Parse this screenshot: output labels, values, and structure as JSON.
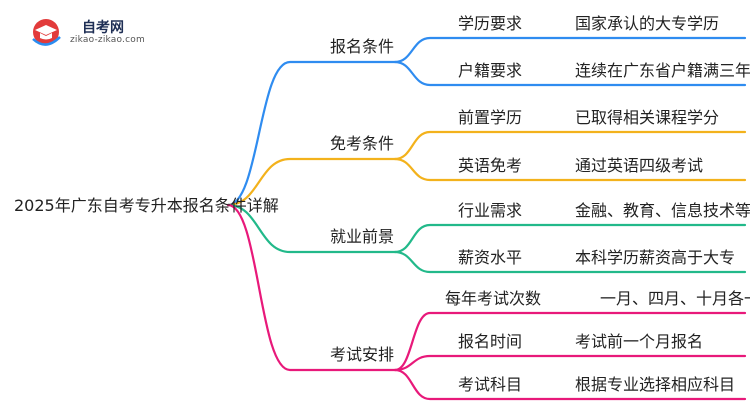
{
  "logo": {
    "name": "自考网",
    "domain": "zikao-zikao.com"
  },
  "mindmap": {
    "root": "2025年广东自考专升本报名条件详解",
    "branches": [
      {
        "label": "报名条件",
        "color": "#2f8cf0",
        "items": [
          {
            "key": "学历要求",
            "value": "国家承认的大专学历"
          },
          {
            "key": "户籍要求",
            "value": "连续在广东省户籍满三年"
          }
        ]
      },
      {
        "label": "免考条件",
        "color": "#f3b21c",
        "items": [
          {
            "key": "前置学历",
            "value": "已取得相关课程学分"
          },
          {
            "key": "英语免考",
            "value": "通过英语四级考试"
          }
        ]
      },
      {
        "label": "就业前景",
        "color": "#22b98a",
        "items": [
          {
            "key": "行业需求",
            "value": "金融、教育、信息技术等领域"
          },
          {
            "key": "薪资水平",
            "value": "本科学历薪资高于大专"
          }
        ]
      },
      {
        "label": "考试安排",
        "color": "#e8197a",
        "items": [
          {
            "key": "每年考试次数",
            "value": "一月、四月、十月各一次"
          },
          {
            "key": "报名时间",
            "value": "考试前一个月报名"
          },
          {
            "key": "考试科目",
            "value": "根据专业选择相应科目"
          }
        ]
      }
    ]
  }
}
